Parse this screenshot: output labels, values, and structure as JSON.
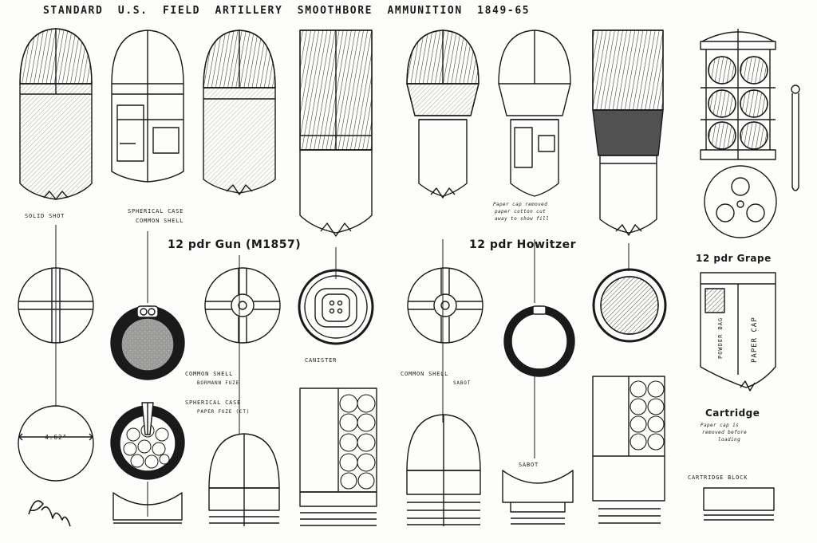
{
  "title": "STANDARD U.S. FIELD ARTILLERY SMOOTHBORE AMMUNITION 1849-65",
  "section_headings": {
    "gun": "12 pdr Gun (M1857)",
    "howitzer": "12 pdr Howitzer",
    "grape": "12 pdr Grape"
  },
  "labels": {
    "solid_shot": "SOLID SHOT",
    "spherical_case_1": "SPHERICAL CASE",
    "spherical_case_2": "COMMON SHELL",
    "diameter": "4.62\"",
    "common_shell_bormann_1": "COMMON SHELL",
    "common_shell_bormann_2": "BORMANN FUZE",
    "spherical_case_paper_1": "SPHERICAL CASE",
    "spherical_case_paper_2": "PAPER FUZE (CT)",
    "canister": "CANISTER",
    "common_shell_sabot_1": "COMMON SHELL",
    "common_shell_sabot_2": "SABOT",
    "sabot": "SABOT",
    "paper_cap_note_1": "Paper cap removed",
    "paper_cap_note_2": "paper cotton cut",
    "paper_cap_note_3": "away to show fill",
    "powder_bag": "POWDER BAG",
    "paper_cap": "PAPER CAP",
    "cartridge": "Cartridge",
    "cartridge_note_1": "Paper cap is",
    "cartridge_note_2": "removed before",
    "cartridge_note_3": "loading",
    "cartridge_block": "CARTRIDGE BLOCK",
    "signature": "RM"
  },
  "colors": {
    "ink": "#1a1a1a",
    "paper": "#fdfdfb"
  }
}
